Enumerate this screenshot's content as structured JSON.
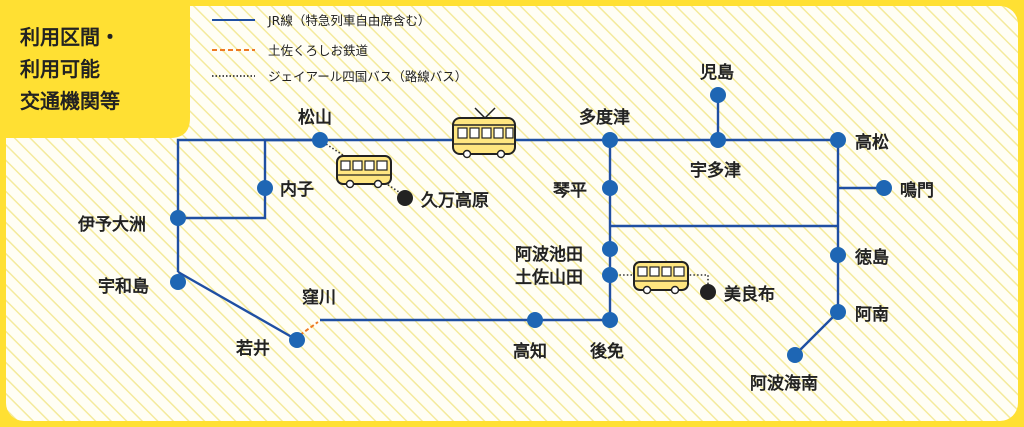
{
  "title_lines": [
    "利用区間・",
    "利用可能",
    "交通機関等"
  ],
  "legend": [
    {
      "label": "JR線（特急列車自由席含む）",
      "color": "#1f4fa3",
      "style": "solid"
    },
    {
      "label": "土佐くろしお鉄道",
      "color": "#ee7a22",
      "style": "dashed"
    },
    {
      "label": "ジェイアール四国バス（路線バス）",
      "color": "#333333",
      "style": "dotted"
    }
  ],
  "colors": {
    "background_yellow": "#ffe033",
    "hatch_yellow": "#f6ec9a",
    "jr_line": "#1f4fa3",
    "jr_station": "#1e66b4",
    "bus_stop": "#222222",
    "vehicle": "#ffe680"
  },
  "stations": {
    "matsuyama": "松山",
    "uchiko": "内子",
    "iyo_ozu": "伊予大洲",
    "uwajima": "宇和島",
    "wakai": "若井",
    "kubokawa": "窪川",
    "kochi": "高知",
    "gomen": "後免",
    "awa_ikeda": "阿波池田",
    "tosa_yamada": "土佐山田",
    "kotohira": "琴平",
    "tadotsu": "多度津",
    "utazu": "宇多津",
    "kojima": "児島",
    "takamatsu": "高松",
    "naruto": "鳴門",
    "tokushima": "徳島",
    "anan": "阿南",
    "awa_kainan": "阿波海南",
    "kumakogen": "久万高原",
    "mirafu": "美良布"
  },
  "icons": {
    "tram": "tram-icon",
    "bus": "bus-icon"
  }
}
